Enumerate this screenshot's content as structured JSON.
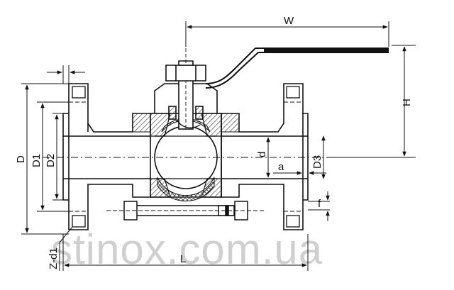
{
  "labels": {
    "W": "W",
    "H": "H",
    "D": "D",
    "D1": "D1",
    "D2": "D2",
    "d": "d",
    "a": "a",
    "D3": "D3",
    "f": "f",
    "L": "L",
    "Z_d1": "Z-d1"
  },
  "watermark": "stinox.com.ua",
  "colors": {
    "line": "#111111",
    "hatch": "#333333",
    "watermark": "#cfcfcf"
  }
}
